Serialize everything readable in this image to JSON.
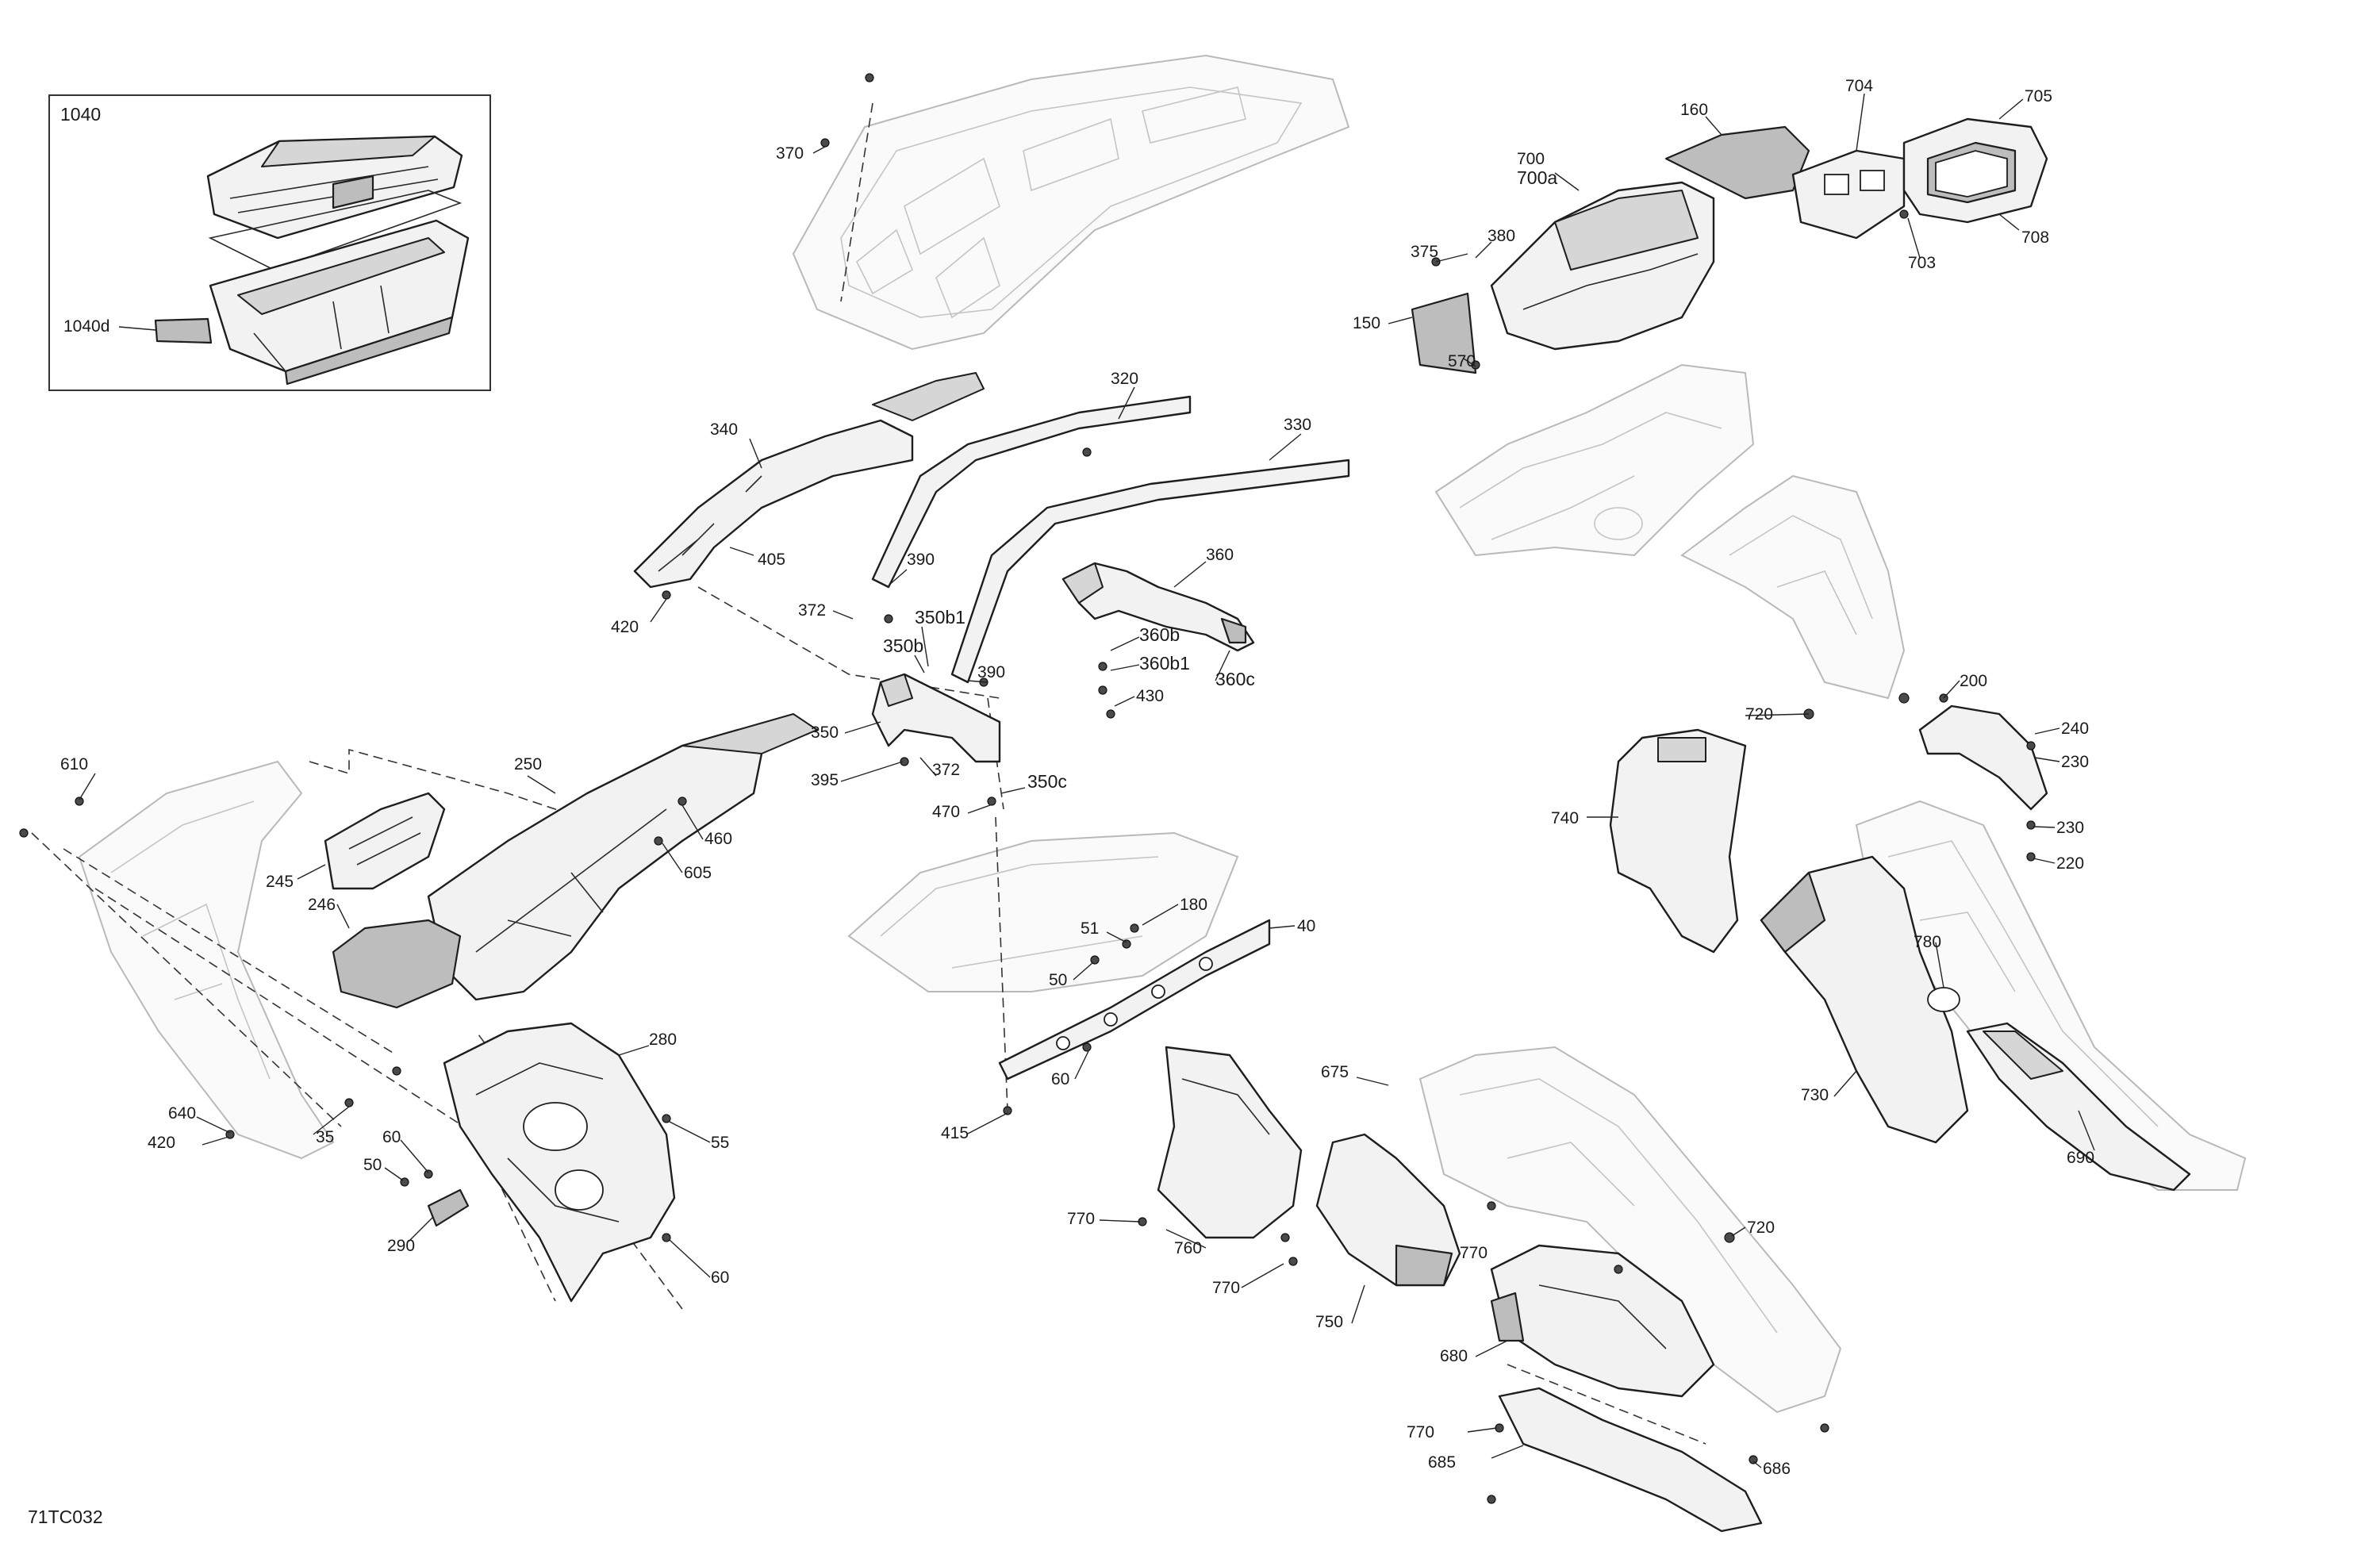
{
  "diagram": {
    "figure_code": "71TC032",
    "inset": {
      "title": "1040",
      "sub_label": "1040d"
    },
    "callouts": [
      {
        "id": "c370",
        "text": "370"
      },
      {
        "id": "c340",
        "text": "340"
      },
      {
        "id": "c405",
        "text": "405"
      },
      {
        "id": "c420a",
        "text": "420"
      },
      {
        "id": "c320",
        "text": "320"
      },
      {
        "id": "c330",
        "text": "330"
      },
      {
        "id": "c390a",
        "text": "390"
      },
      {
        "id": "c372a",
        "text": "372"
      },
      {
        "id": "c350b1",
        "text": "350b1"
      },
      {
        "id": "c350b",
        "text": "350b"
      },
      {
        "id": "c390b",
        "text": "390"
      },
      {
        "id": "c350",
        "text": "350"
      },
      {
        "id": "c395",
        "text": "395"
      },
      {
        "id": "c372b",
        "text": "372"
      },
      {
        "id": "c470",
        "text": "470"
      },
      {
        "id": "c350c",
        "text": "350c"
      },
      {
        "id": "c360",
        "text": "360"
      },
      {
        "id": "c360b",
        "text": "360b"
      },
      {
        "id": "c360b1",
        "text": "360b1"
      },
      {
        "id": "c360c",
        "text": "360c"
      },
      {
        "id": "c430",
        "text": "430"
      },
      {
        "id": "c160",
        "text": "160"
      },
      {
        "id": "c700",
        "text": "700"
      },
      {
        "id": "c700a",
        "text": "700a"
      },
      {
        "id": "c704",
        "text": "704"
      },
      {
        "id": "c705",
        "text": "705"
      },
      {
        "id": "c708",
        "text": "708"
      },
      {
        "id": "c703",
        "text": "703"
      },
      {
        "id": "c375",
        "text": "375"
      },
      {
        "id": "c380",
        "text": "380"
      },
      {
        "id": "c150",
        "text": "150"
      },
      {
        "id": "c570",
        "text": "570"
      },
      {
        "id": "c610",
        "text": "610"
      },
      {
        "id": "c250",
        "text": "250"
      },
      {
        "id": "c460",
        "text": "460"
      },
      {
        "id": "c605",
        "text": "605"
      },
      {
        "id": "c245",
        "text": "245"
      },
      {
        "id": "c246",
        "text": "246"
      },
      {
        "id": "c280",
        "text": "280"
      },
      {
        "id": "c640",
        "text": "640"
      },
      {
        "id": "c420b",
        "text": "420"
      },
      {
        "id": "c35",
        "text": "35"
      },
      {
        "id": "c60a",
        "text": "60"
      },
      {
        "id": "c50a",
        "text": "50"
      },
      {
        "id": "c55",
        "text": "55"
      },
      {
        "id": "c290",
        "text": "290"
      },
      {
        "id": "c60b",
        "text": "60"
      },
      {
        "id": "c180",
        "text": "180"
      },
      {
        "id": "c51",
        "text": "51"
      },
      {
        "id": "c40",
        "text": "40"
      },
      {
        "id": "c50b",
        "text": "50"
      },
      {
        "id": "c60c",
        "text": "60"
      },
      {
        "id": "c415",
        "text": "415"
      },
      {
        "id": "c675",
        "text": "675"
      },
      {
        "id": "c770a",
        "text": "770"
      },
      {
        "id": "c760",
        "text": "760"
      },
      {
        "id": "c770b",
        "text": "770"
      },
      {
        "id": "c770c",
        "text": "770"
      },
      {
        "id": "c750",
        "text": "750"
      },
      {
        "id": "c720a",
        "text": "720"
      },
      {
        "id": "c200",
        "text": "200"
      },
      {
        "id": "c240",
        "text": "240"
      },
      {
        "id": "c230a",
        "text": "230"
      },
      {
        "id": "c230b",
        "text": "230"
      },
      {
        "id": "c220",
        "text": "220"
      },
      {
        "id": "c740",
        "text": "740"
      },
      {
        "id": "c780",
        "text": "780"
      },
      {
        "id": "c730",
        "text": "730"
      },
      {
        "id": "c690",
        "text": "690"
      },
      {
        "id": "c720b",
        "text": "720"
      },
      {
        "id": "c680",
        "text": "680"
      },
      {
        "id": "c770d",
        "text": "770"
      },
      {
        "id": "c685",
        "text": "685"
      },
      {
        "id": "c686",
        "text": "686"
      }
    ]
  }
}
